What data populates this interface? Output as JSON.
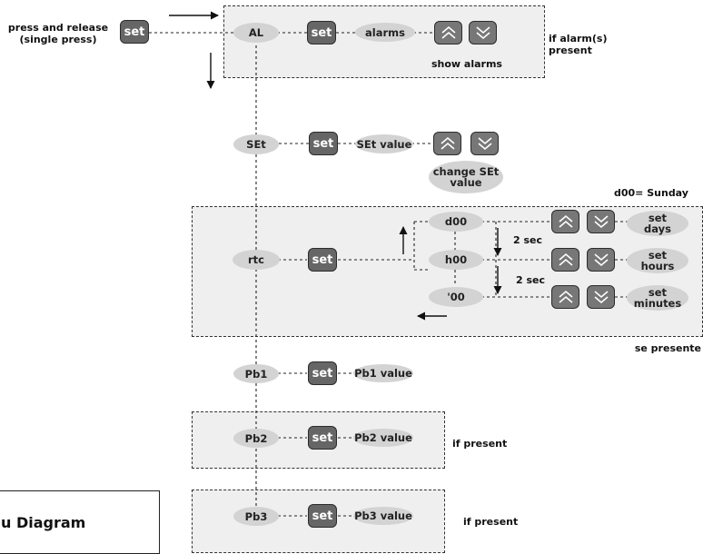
{
  "labels": {
    "press_release": "press and release\n(single press)",
    "if_alarm": "if alarm(s)\npresent",
    "show_alarms": "show alarms",
    "change_set": "change SEt\nvalue",
    "d00_sunday": "d00= Sunday",
    "two_sec_1": "2 sec",
    "two_sec_2": "2 sec",
    "se_presente": "se presente",
    "if_present_pb2": "if present",
    "if_present_pb3": "if present",
    "legend_title": "u Diagram"
  },
  "buttons": {
    "set": "set"
  },
  "nodes": {
    "al": "AL",
    "alarms": "alarms",
    "set_param": "SEt",
    "set_value": "SEt value",
    "rtc": "rtc",
    "d00": "d00",
    "h00": "h00",
    "m00": "'00",
    "set_days": "set\ndays",
    "set_hours": "set\nhours",
    "set_minutes": "set\nminutes",
    "pb1": "Pb1",
    "pb1_value": "Pb1 value",
    "pb2": "Pb2",
    "pb2_value": "Pb2 value",
    "pb3": "Pb3",
    "pb3_value": "Pb3 value"
  },
  "icons": {
    "up": "chevron-up-icon",
    "down": "chevron-down-icon"
  },
  "colors": {
    "box_fill": "#efefef",
    "oval_fill": "#d3d3d3",
    "button_fill": "#666666"
  }
}
